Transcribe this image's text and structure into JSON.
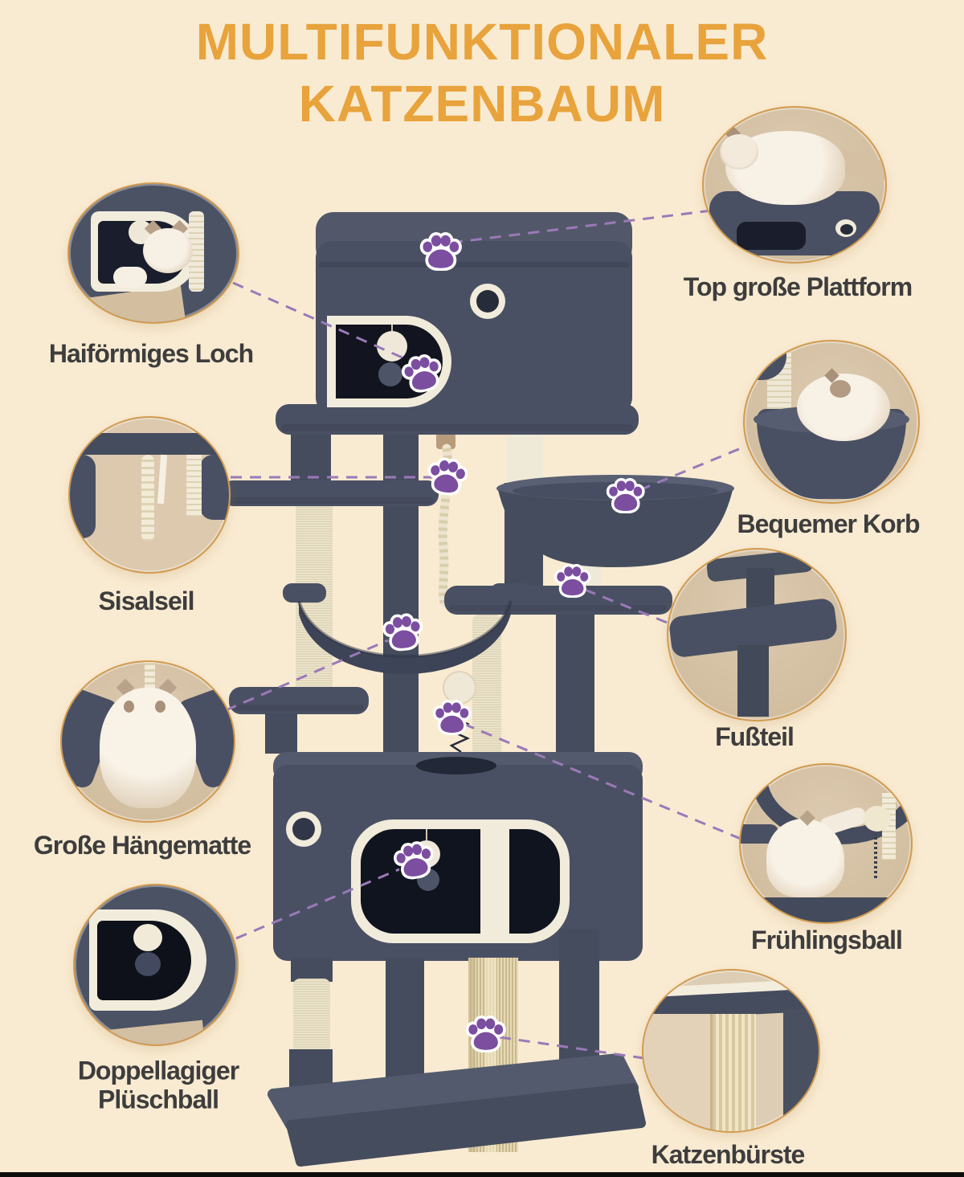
{
  "title": {
    "line1": "MULTIFUNKTIONALER",
    "line2": "KATZENBAUM"
  },
  "callouts": [
    {
      "id": "shark-hole",
      "label": "Haiförmiges Loch"
    },
    {
      "id": "top-platform",
      "label": "Top große Plattform"
    },
    {
      "id": "basket",
      "label": "Bequemer Korb"
    },
    {
      "id": "sisal-rope",
      "label": "Sisalseil"
    },
    {
      "id": "foot-platform",
      "label": "Fußteil"
    },
    {
      "id": "hammock",
      "label": "Große Hängematte"
    },
    {
      "id": "spring-ball",
      "label": "Frühlingsball"
    },
    {
      "id": "plush-ball",
      "label": "Doppellagiger Plüschball",
      "label_lines": [
        "Doppellagiger",
        "Plüschball"
      ]
    },
    {
      "id": "cat-brush",
      "label": "Katzenbürste"
    }
  ],
  "icons": {
    "marker": "paw-icon"
  },
  "colors": {
    "bg": "#F9EBD2",
    "accent": "#E8A33C",
    "label": "#3E3D3D",
    "ring": "#D29B4F",
    "photo-bg": "#D8C5AA",
    "tree": "#4A5063",
    "tree-dark": "#3F4557",
    "tree-light": "#545A6D",
    "opening": "#12151F",
    "trim": "#F1EBDB",
    "sisal": "#EDE5CF",
    "brush": "#E7DBB6",
    "paw": "#7B4EA0",
    "line": "#9B79B8",
    "bottom-bar": "#0C0C0C"
  }
}
